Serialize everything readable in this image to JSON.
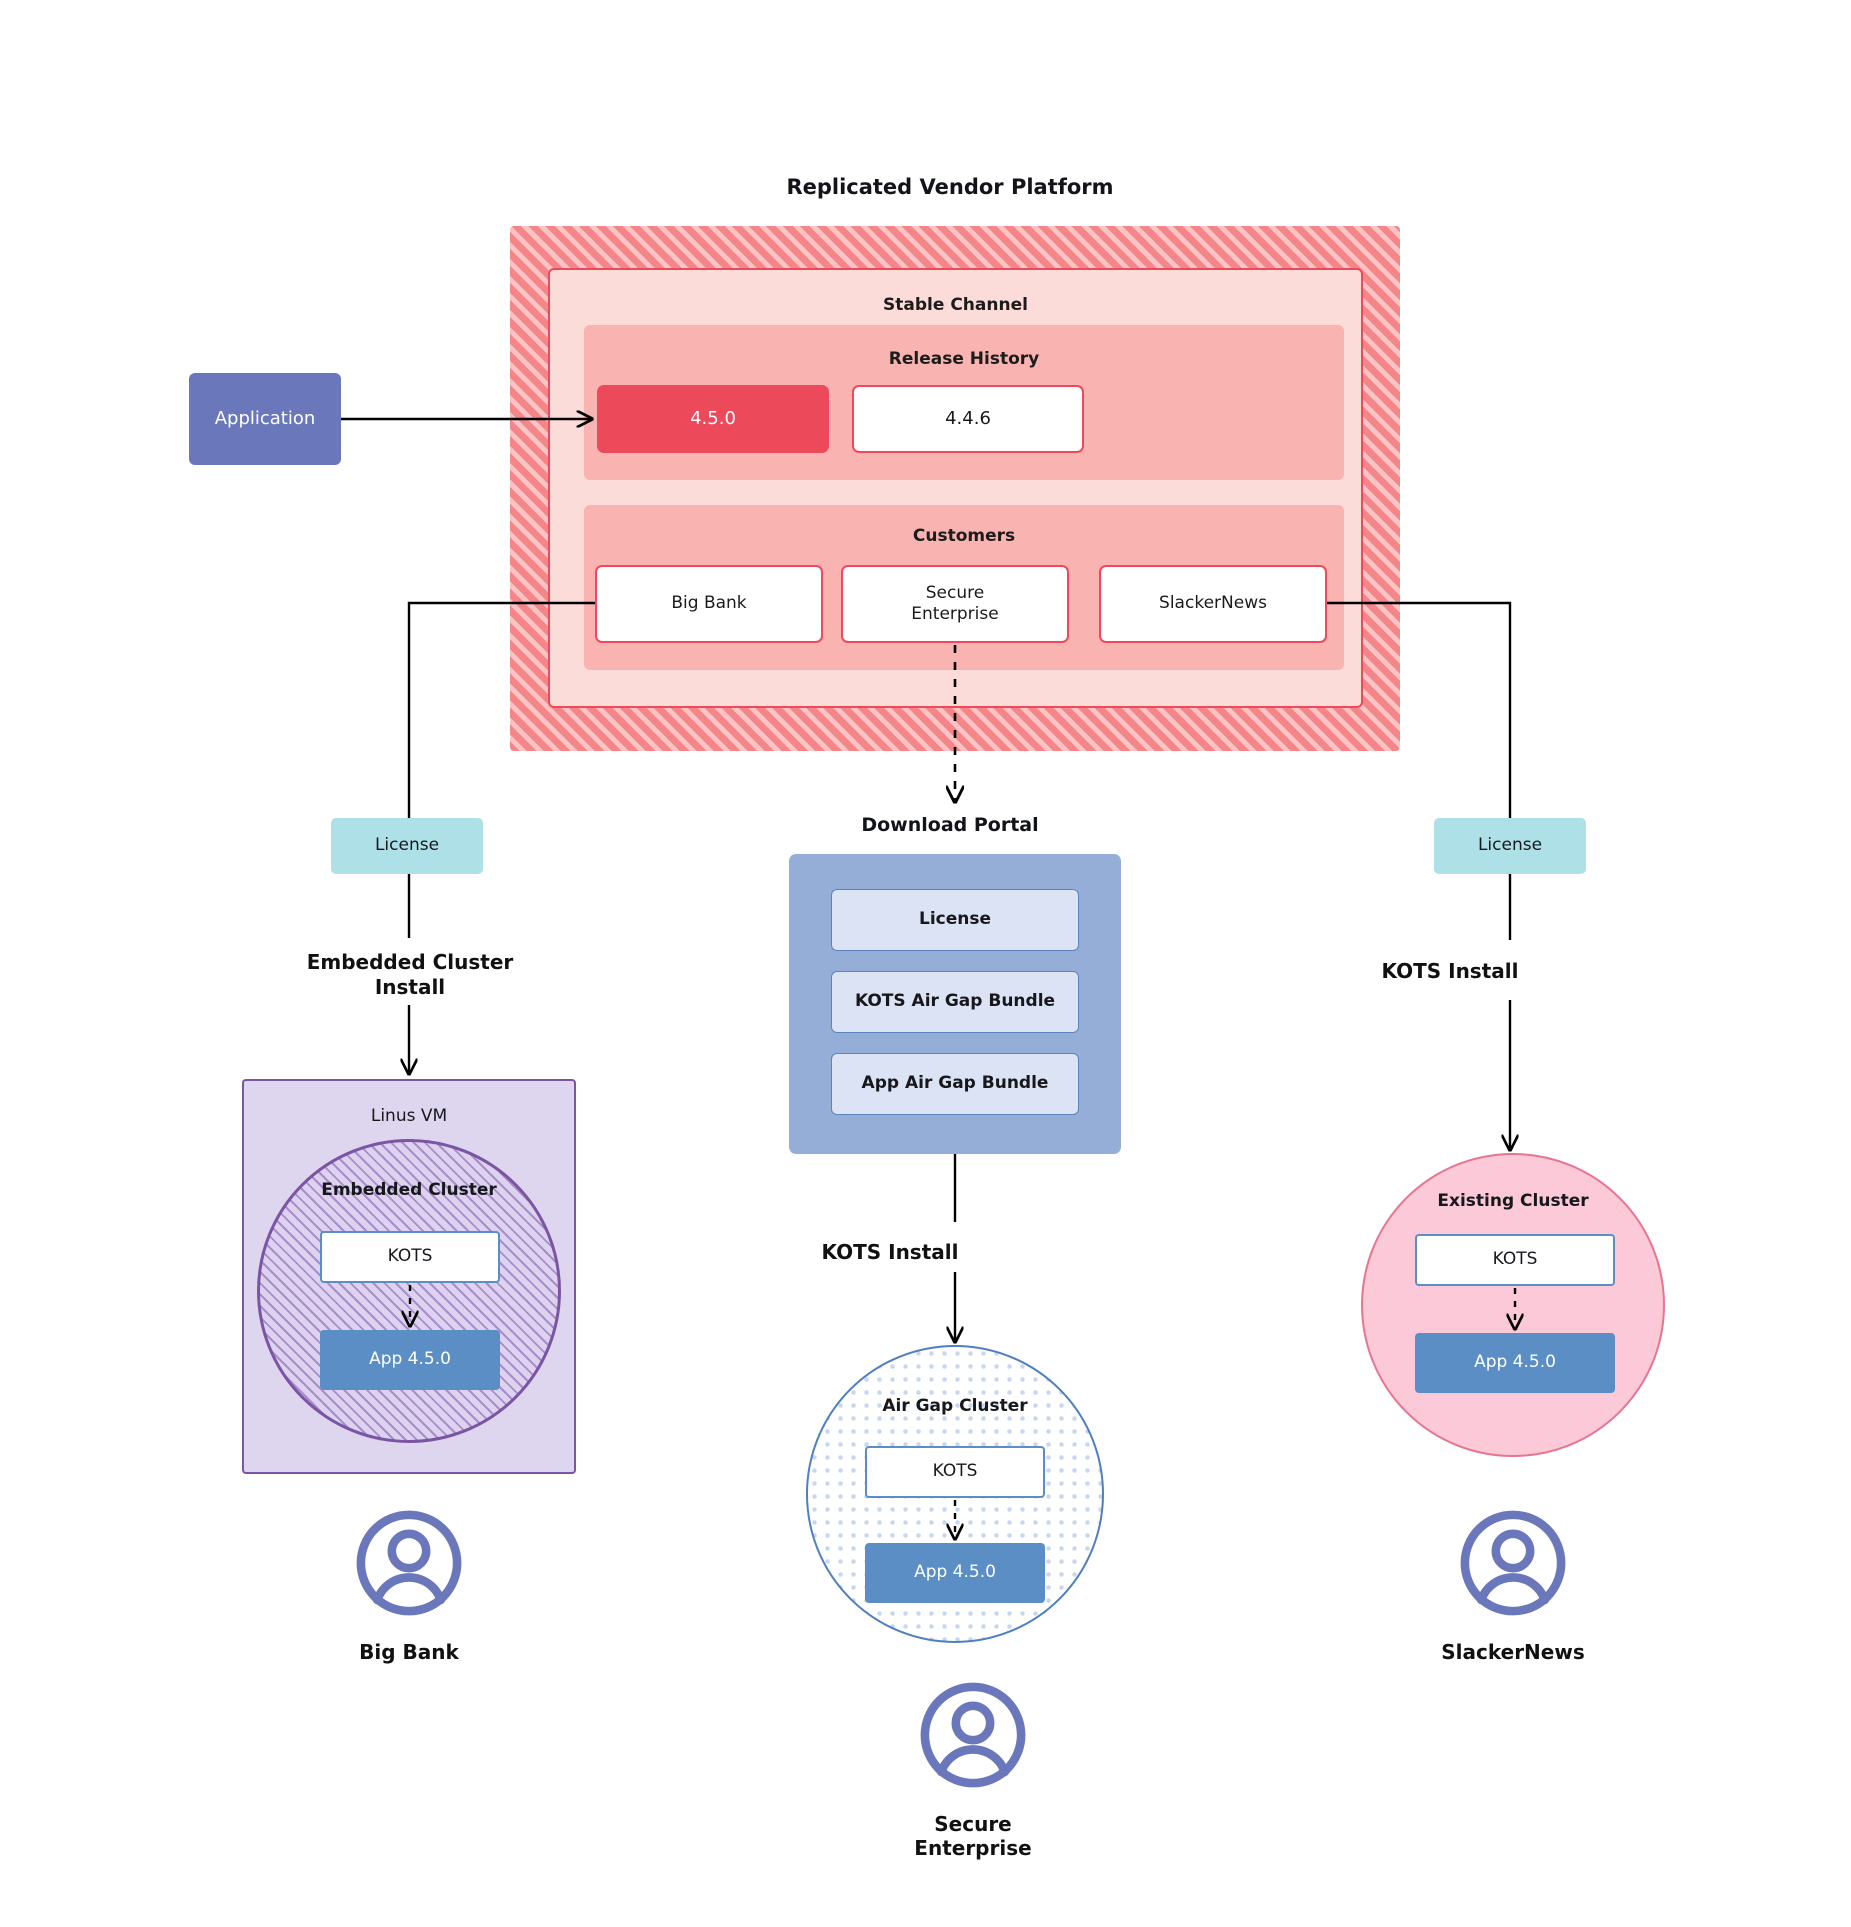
{
  "diagram": {
    "platform_title": "Replicated Vendor Platform",
    "application_label": "Application",
    "channel": {
      "title": "Stable Channel",
      "release_history": {
        "title": "Release History",
        "releases": [
          {
            "version": "4.5.0",
            "state": "current"
          },
          {
            "version": "4.4.6",
            "state": "previous"
          }
        ]
      },
      "customers": {
        "title": "Customers",
        "items": [
          {
            "name": "Big Bank"
          },
          {
            "name": "Secure\nEnterprise"
          },
          {
            "name": "SlackerNews"
          }
        ]
      }
    },
    "licenses": {
      "left_label": "License",
      "right_label": "License"
    },
    "download_portal": {
      "title": "Download  Portal",
      "items": [
        {
          "label": "License"
        },
        {
          "label": "KOTS Air Gap Bundle"
        },
        {
          "label": "App Air Gap Bundle"
        }
      ]
    },
    "flows": {
      "embedded_cluster_install": "Embedded Cluster\nInstall",
      "kots_install_middle": "KOTS Install",
      "kots_install_right": "KOTS Install"
    },
    "targets": {
      "linux_vm": {
        "label": "Linus VM",
        "cluster_label": "Embedded Cluster",
        "kots_label": "KOTS",
        "app_label": "App 4.5.0"
      },
      "air_gap": {
        "label": "Air Gap Cluster",
        "kots_label": "KOTS",
        "app_label": "App 4.5.0"
      },
      "existing": {
        "label": "Existing Cluster",
        "kots_label": "KOTS",
        "app_label": "App 4.5.0"
      }
    },
    "persons": [
      {
        "name": "Big Bank",
        "icon": "user-avatar-icon"
      },
      {
        "name": "Secure\nEnterprise",
        "icon": "user-avatar-icon"
      },
      {
        "name": "SlackerNews",
        "icon": "user-avatar-icon"
      }
    ],
    "colors": {
      "platform_hatch": "#f4868a",
      "platform_hatch_light": "#fbc3c4",
      "channel_bg": "#fbdcd9",
      "channel_border": "#ef4a5c",
      "section_bg": "#f9b3b0",
      "release_current_bg": "#ec4a5c",
      "application_bg": "#6a78bb",
      "license_bg": "#aee0e8",
      "portal_bg": "#95aed8",
      "portal_item_bg": "#dce3f5",
      "portal_item_border": "#5b84bd",
      "vm_bg": "#ded5ee",
      "vm_border": "#7b55a3",
      "airgap_border": "#4f7fc0",
      "airgap_dot": "#c6d7ee",
      "existing_bg": "#fbc9d8",
      "existing_border": "#e8758f",
      "kots_border": "#5b8ec4",
      "app_bg": "#5b8ec4",
      "person_icon": "#6a78bb",
      "edge": "#000000"
    }
  }
}
